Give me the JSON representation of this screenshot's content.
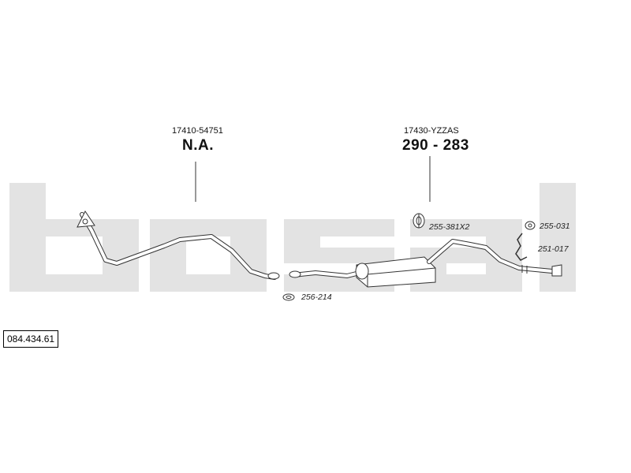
{
  "article_number": "084.434.61",
  "watermark": {
    "text": "bosal",
    "color": "#e3e3e3"
  },
  "sections": [
    {
      "oe_number": "17410-54751",
      "reference": "N.A."
    },
    {
      "oe_number": "17430-YZZAS",
      "reference_left": "290",
      "reference_sep": "-",
      "reference_right": "283"
    }
  ],
  "parts": [
    {
      "code": "256-214"
    },
    {
      "code": "255-381X2"
    },
    {
      "code": "255-031"
    },
    {
      "code": "251-017"
    }
  ],
  "colors": {
    "line": "#333333",
    "pipe_fill": "#ffffff"
  }
}
